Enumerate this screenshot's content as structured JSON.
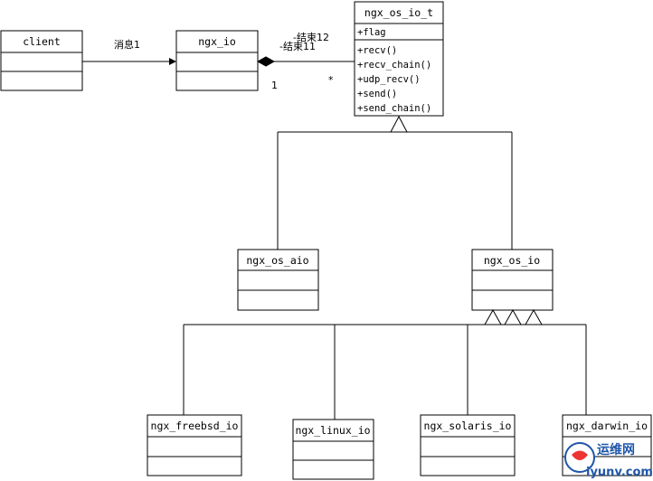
{
  "classes": {
    "client": {
      "name": "client"
    },
    "ngx_io": {
      "name": "ngx_io"
    },
    "ngx_os_io_t": {
      "name": "ngx_os_io_t",
      "attributes": [
        "+flag"
      ],
      "methods": [
        "+recv()",
        "+recv_chain()",
        "+udp_recv()",
        "+send()",
        "+send_chain()"
      ]
    },
    "ngx_os_aio": {
      "name": "ngx_os_aio"
    },
    "ngx_os_io": {
      "name": "ngx_os_io"
    },
    "ngx_freebsd_io": {
      "name": "ngx_freebsd_io"
    },
    "ngx_linux_io": {
      "name": "ngx_linux_io"
    },
    "ngx_solaris_io": {
      "name": "ngx_solaris_io"
    },
    "ngx_darwin_io": {
      "name": "ngx_darwin_io"
    }
  },
  "relations": {
    "client_to_ngx_io": {
      "type": "message",
      "label": "消息1"
    },
    "ngx_io_to_ngx_os_io_t": {
      "type": "composition",
      "end1": "-结束11",
      "end2": "-结束12",
      "multiplicity_source": "1",
      "multiplicity_target": "*"
    },
    "generalizations": [
      "ngx_os_aio -> ngx_os_io_t",
      "ngx_os_io -> ngx_os_io_t",
      "ngx_freebsd_io -> ngx_os_io",
      "ngx_linux_io -> ngx_os_io",
      "ngx_solaris_io -> ngx_os_io",
      "ngx_darwin_io -> ngx_os_io"
    ]
  },
  "watermark": {
    "text_cn": "运维网",
    "text_url": "iyunv.com"
  },
  "colors": {
    "line": "#000000",
    "background": "#ffffff",
    "watermark": "#1f56a8"
  }
}
